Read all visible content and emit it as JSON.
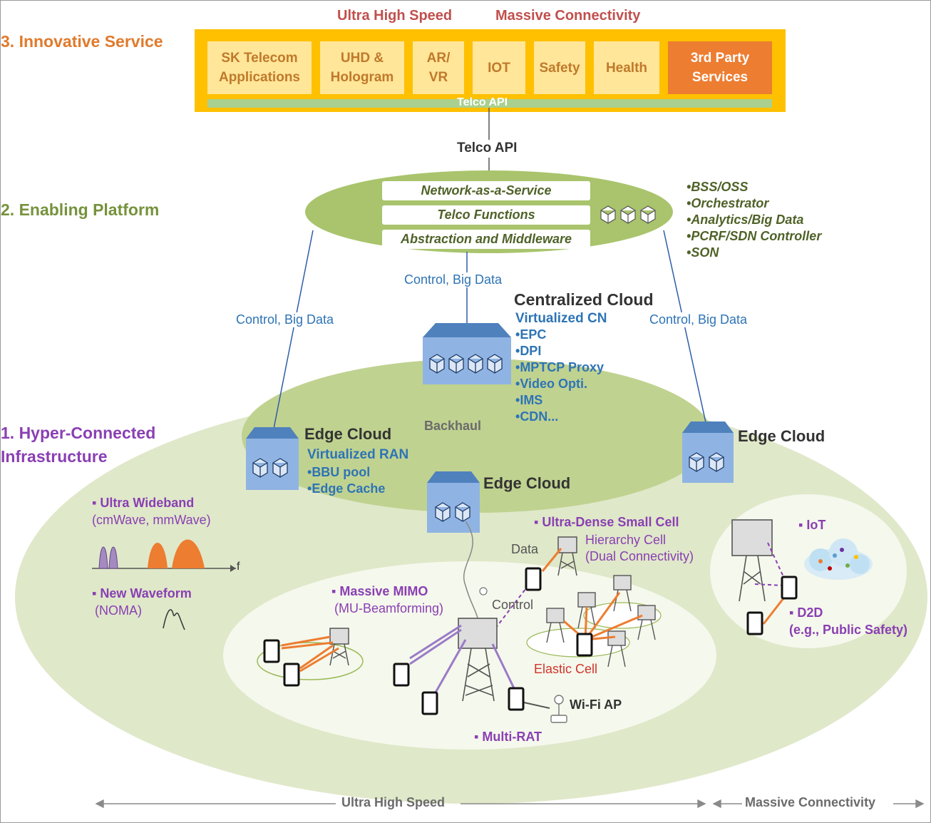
{
  "top_labels": {
    "ultra_high_speed": "Ultra High Speed",
    "massive_connectivity": "Massive Connectivity"
  },
  "layers": {
    "innovative": "3. Innovative Service",
    "enabling": "2. Enabling Platform",
    "infra_line1": "1. Hyper-Connected",
    "infra_line2": "Infrastructure"
  },
  "services": [
    {
      "line1": "SK Telecom",
      "line2": "Applications"
    },
    {
      "line1": "UHD &",
      "line2": "Hologram"
    },
    {
      "line1": "AR/",
      "line2": "VR"
    },
    {
      "line1": "IOT",
      "line2": ""
    },
    {
      "line1": "Safety",
      "line2": ""
    },
    {
      "line1": "Health",
      "line2": ""
    },
    {
      "line1": "3rd Party",
      "line2": "Services"
    }
  ],
  "telco_api_bar": "Telco API",
  "telco_api": "Telco API",
  "platform": {
    "bars": [
      "Network-as-a-Service",
      "Telco Functions",
      "Abstraction and Middleware"
    ],
    "functions": [
      "BSS/OSS",
      "Orchestrator",
      "Analytics/Big Data",
      "PCRF/SDN Controller",
      "SON"
    ]
  },
  "links": {
    "center": "Control, Big Data",
    "left": "Control, Big Data",
    "right": "Control, Big Data"
  },
  "central_cloud": {
    "title": "Centralized Cloud",
    "subtitle": "Virtualized CN",
    "items": [
      "EPC",
      "DPI",
      "MPTCP Proxy",
      "Video Opti.",
      "IMS",
      "CDN..."
    ]
  },
  "backhaul": "Backhaul",
  "edge_left": {
    "title": "Edge Cloud",
    "subtitle": "Virtualized RAN",
    "items": [
      "BBU pool",
      "Edge Cache"
    ]
  },
  "edge_right": {
    "title": "Edge Cloud"
  },
  "edge_center": {
    "title": "Edge Cloud"
  },
  "radio": {
    "ultra_wideband": "Ultra Wideband",
    "ultra_wideband_sub": "(cmWave, mmWave)",
    "freq_axis": "f",
    "new_waveform": "New Waveform",
    "new_waveform_sub": "(NOMA)",
    "massive_mimo": "Massive MIMO",
    "massive_mimo_sub": "(MU-Beamforming)",
    "ultra_dense": "Ultra-Dense Small Cell",
    "hierarchy_line1": "Hierarchy Cell",
    "hierarchy_line2": "(Dual Connectivity)",
    "data": "Data",
    "control": "Control",
    "elastic_cell": "Elastic Cell",
    "wifi_ap": "Wi-Fi AP",
    "multi_rat": "Multi-RAT",
    "iot": "IoT",
    "d2d": "D2D",
    "d2d_sub": "(e.g., Public Safety)"
  },
  "bottom": {
    "ultra_high_speed": "Ultra High Speed",
    "massive_connectivity": "Massive Connectivity"
  },
  "colors": {
    "orange": "#e07a2c",
    "service_fill": "#ffe699",
    "service_highlight": "#ed7d31",
    "service_frame": "#ffc000",
    "platform_green": "#a9c46c",
    "outer_ellipse": "#dfe8c9",
    "inner_ellipse": "#c0d290",
    "cloud_blue": "#8fb4e3",
    "cloud_top": "#4f81bd",
    "purple": "#8a3fb3",
    "blue_text": "#2e74b5"
  }
}
